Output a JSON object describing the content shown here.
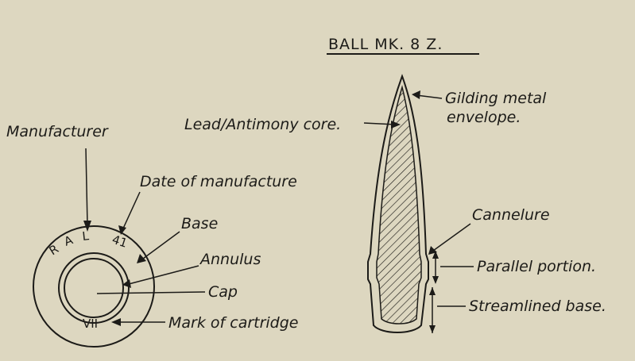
{
  "title": "BALL   MK. 8 Z.",
  "base_stamp": {
    "top_left": "R",
    "top_left2": "A",
    "top_left3": "L",
    "top_right": "41",
    "bottom": "VII"
  },
  "labels": {
    "manufacturer": "Manufacturer",
    "date_of_manufacture": "Date of manufacture",
    "base": "Base",
    "annulus": "Annulus",
    "cap": "Cap",
    "mark_of_cartridge": "Mark of cartridge",
    "lead_antimony_core": "Lead/Antimony core.",
    "gilding_metal_line1": "Gilding metal",
    "gilding_metal_line2": "envelope.",
    "cannelure": "Cannelure",
    "parallel_portion": "Parallel portion.",
    "streamlined_base": "Streamlined base."
  },
  "colors": {
    "paper": "#ddd7c0",
    "ink": "#1c1b18"
  }
}
